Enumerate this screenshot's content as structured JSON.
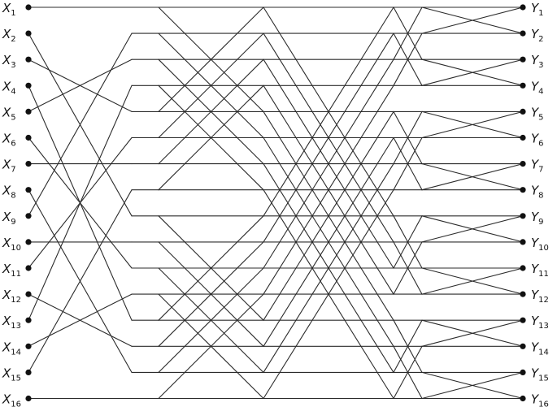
{
  "inputs": [
    {
      "letter": "X",
      "sub": "1"
    },
    {
      "letter": "X",
      "sub": "2"
    },
    {
      "letter": "X",
      "sub": "3"
    },
    {
      "letter": "X",
      "sub": "4"
    },
    {
      "letter": "X",
      "sub": "5"
    },
    {
      "letter": "X",
      "sub": "6"
    },
    {
      "letter": "X",
      "sub": "7"
    },
    {
      "letter": "X",
      "sub": "8"
    },
    {
      "letter": "X",
      "sub": "9"
    },
    {
      "letter": "X",
      "sub": "10"
    },
    {
      "letter": "X",
      "sub": "11"
    },
    {
      "letter": "X",
      "sub": "12"
    },
    {
      "letter": "X",
      "sub": "13"
    },
    {
      "letter": "X",
      "sub": "14"
    },
    {
      "letter": "X",
      "sub": "15"
    },
    {
      "letter": "X",
      "sub": "16"
    }
  ],
  "outputs": [
    {
      "letter": "Y",
      "sub": "1"
    },
    {
      "letter": "Y",
      "sub": "2"
    },
    {
      "letter": "Y",
      "sub": "3"
    },
    {
      "letter": "Y",
      "sub": "4"
    },
    {
      "letter": "Y",
      "sub": "5"
    },
    {
      "letter": "Y",
      "sub": "6"
    },
    {
      "letter": "Y",
      "sub": "7"
    },
    {
      "letter": "Y",
      "sub": "8"
    },
    {
      "letter": "Y",
      "sub": "9"
    },
    {
      "letter": "Y",
      "sub": "10"
    },
    {
      "letter": "Y",
      "sub": "11"
    },
    {
      "letter": "Y",
      "sub": "12"
    },
    {
      "letter": "Y",
      "sub": "13"
    },
    {
      "letter": "Y",
      "sub": "14"
    },
    {
      "letter": "Y",
      "sub": "15"
    },
    {
      "letter": "Y",
      "sub": "16"
    }
  ],
  "network": {
    "input_permutation": "bit-reversal",
    "butterfly_stages": [
      {
        "stage": 1,
        "span": 1
      },
      {
        "stage": 2,
        "span": 2
      },
      {
        "stage": 3,
        "span": 4
      },
      {
        "stage": 4,
        "span": 8
      }
    ]
  }
}
